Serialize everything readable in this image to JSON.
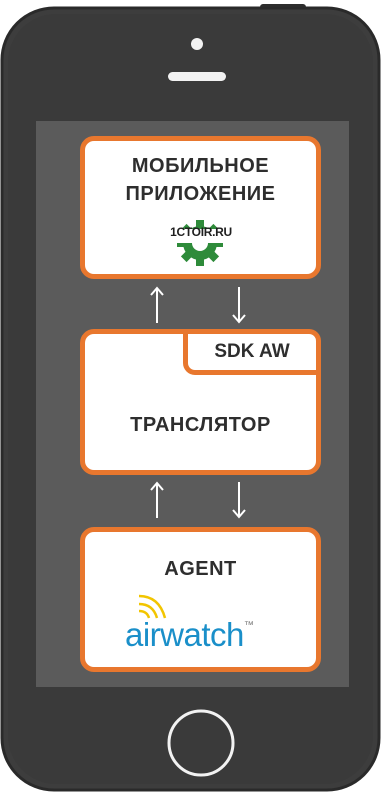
{
  "diagram": {
    "mobile_app": {
      "line1": "МОБИЛЬНОЕ",
      "line2": "ПРИЛОЖЕНИЕ",
      "logo_text": "1CTOIR.RU"
    },
    "translator": {
      "sdk_label": "SDK AW",
      "title": "ТРАНСЛЯТОР"
    },
    "agent": {
      "title": "AGENT",
      "logo_text": "airwatch",
      "logo_tm": "™"
    }
  },
  "colors": {
    "phone_body": "#3a3a3a",
    "screen": "#5b5b5b",
    "box_border": "#e8772e",
    "logo_gear": "#2e8b3a",
    "airwatch_blue": "#1a8fc9",
    "airwatch_waves": "#f2c500"
  },
  "icons": [
    "speaker-icon",
    "gear-logo-icon",
    "wifi-waves-icon",
    "home-button-icon",
    "arrow-up-icon",
    "arrow-down-icon"
  ]
}
